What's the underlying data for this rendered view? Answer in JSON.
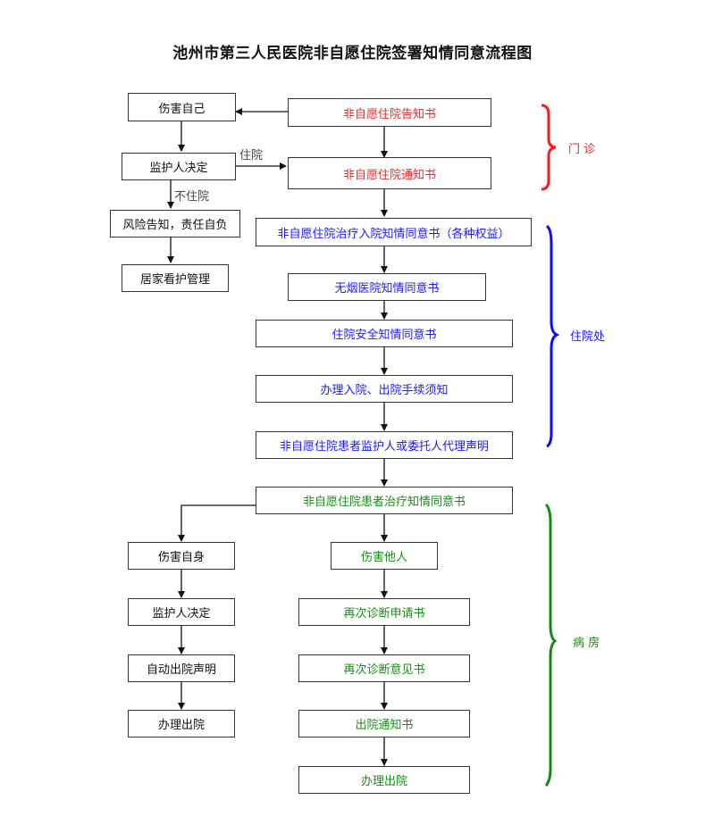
{
  "title": "池州市第三人民医院非自愿住院签署知情同意流程图",
  "colors": {
    "outpatient": "#ff2020",
    "admission": "#1a1aff",
    "ward": "#1a8a1a",
    "neutral": "#111111"
  },
  "left_branch": {
    "self_harm": "伤害自己",
    "guardian_decision": "监护人决定",
    "risk_notice": "风险告知，责任自负",
    "home_care": "居家看护管理",
    "edge_admit": "住院",
    "edge_not_admit": "不住院"
  },
  "outpatient": {
    "notice_letter": "非自愿住院告知书",
    "notification_letter": "非自愿住院通知书",
    "bracket_label": "门 诊"
  },
  "admission": {
    "treatment_consent": "非自愿住院治疗入院知情同意书（各种权益）",
    "smoke_free": "无烟医院知情同意书",
    "safety_consent": "住院安全知情同意书",
    "procedures": "办理入院、出院手续须知",
    "proxy_statement": "非自愿住院患者监护人或委托人代理声明",
    "bracket_label": "住院处"
  },
  "ward": {
    "treatment_consent": "非自愿住院患者治疗知情同意书",
    "left": {
      "self_harm": "伤害自身",
      "guardian_decision": "监护人决定",
      "voluntary_discharge": "自动出院声明",
      "discharge": "办理出院"
    },
    "right": {
      "harm_others": "伤害他人",
      "rediagnosis_request": "再次诊断申请书",
      "rediagnosis_opinion": "再次诊断意见书",
      "discharge_notice": "出院通知书",
      "discharge": "办理出院"
    },
    "bracket_label": "病 房"
  }
}
